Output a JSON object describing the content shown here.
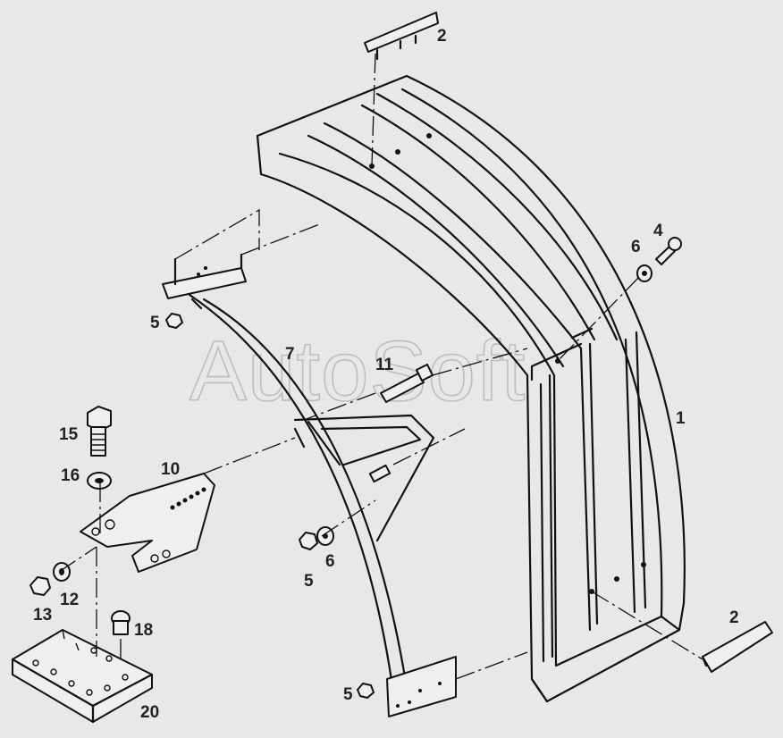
{
  "watermark": "AutoSoft",
  "callouts": [
    "2",
    "4",
    "6",
    "1",
    "7",
    "5",
    "11",
    "15",
    "16",
    "10",
    "6",
    "5",
    "13",
    "12",
    "18",
    "2",
    "5",
    "20"
  ]
}
